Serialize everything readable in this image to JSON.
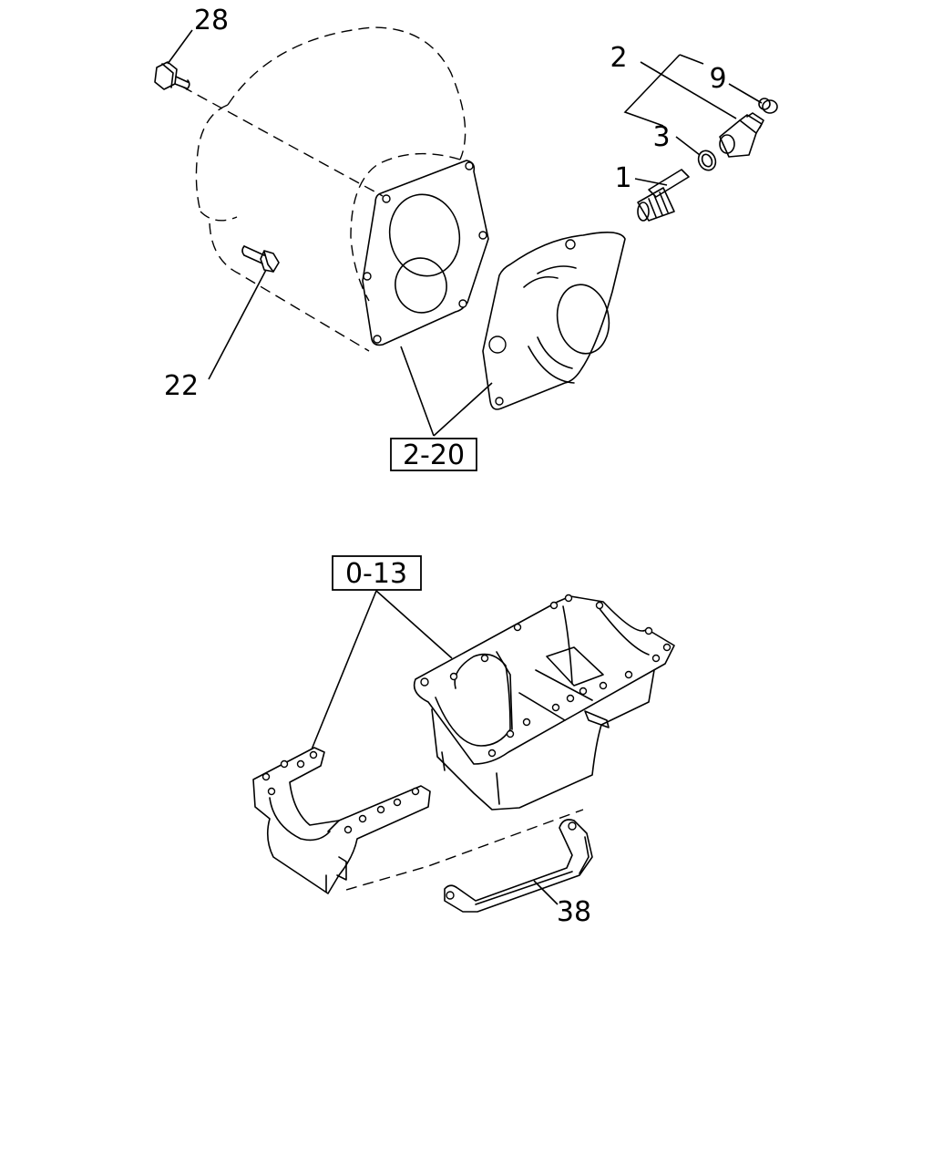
{
  "callouts": {
    "c28": "28",
    "c2": "2",
    "c9": "9",
    "c3": "3",
    "c1": "1",
    "c22": "22",
    "c38": "38"
  },
  "references": {
    "r1": "2-20",
    "r2": "0-13"
  }
}
